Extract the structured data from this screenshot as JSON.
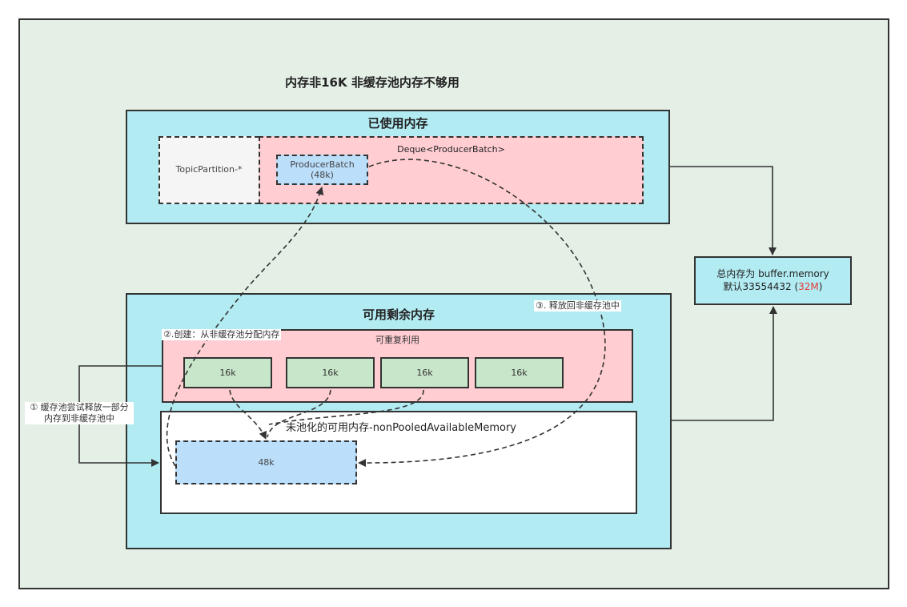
{
  "title": "内存非16K  非缓存池内存不够用",
  "used_memory": {
    "title": "已使用内存",
    "topic_partition": "TopicPartition-*",
    "deque_label": "Deque<ProducerBatch>",
    "producer_batch": {
      "name": "ProducerBatch",
      "size": "(48k)"
    }
  },
  "total_memory": {
    "line1": "总内存为 buffer.memory",
    "line2_prefix": "默认33554432 (",
    "line2_highlight": "32M",
    "line2_suffix": ")",
    "highlight_color": "#e53935"
  },
  "available_memory": {
    "title": "可用剩余内存",
    "reusable_label": "可重复利用",
    "chunks": [
      "16k",
      "16k",
      "16k",
      "16k"
    ],
    "non_pooled_label": "未池化的可用内存-nonPooledAvailableMemory",
    "non_pooled_block": "48k"
  },
  "steps": {
    "step1": [
      "① 缓存池尝试释放一部分",
      "内存到非缓存池中"
    ],
    "step2": "②.创建：从非缓存池分配内存",
    "step3": "③. 释放回非缓存池中"
  }
}
